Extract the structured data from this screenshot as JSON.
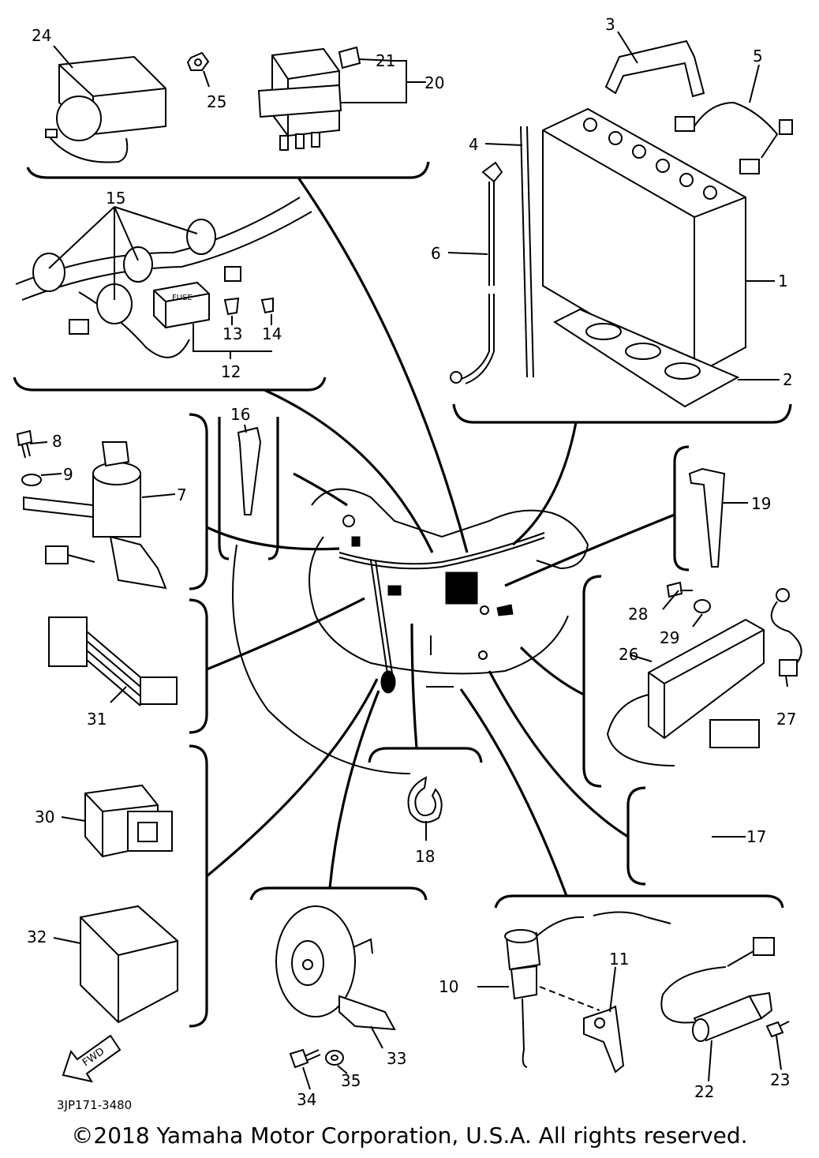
{
  "labels": {
    "n1": "1",
    "n2": "2",
    "n3": "3",
    "n4": "4",
    "n5": "5",
    "n6": "6",
    "n7": "7",
    "n8": "8",
    "n9": "9",
    "n10": "10",
    "n11": "11",
    "n12": "12",
    "n13": "13",
    "n14": "14",
    "n15": "15",
    "n16": "16",
    "n17": "17",
    "n18": "18",
    "n19": "19",
    "n20": "20",
    "n21": "21",
    "n22": "22",
    "n23": "23",
    "n24": "24",
    "n25": "25",
    "n26": "26",
    "n27": "27",
    "n28": "28",
    "n29": "29",
    "n30": "30",
    "n31": "31",
    "n32": "32",
    "n33": "33",
    "n34": "34",
    "n35": "35"
  },
  "fuse_text": "FUSE",
  "fwd_text": "FWD",
  "diagram_code": "3JP171-3480",
  "copyright": "©2018 Yamaha Motor Corporation, U.S.A. All rights reserved."
}
